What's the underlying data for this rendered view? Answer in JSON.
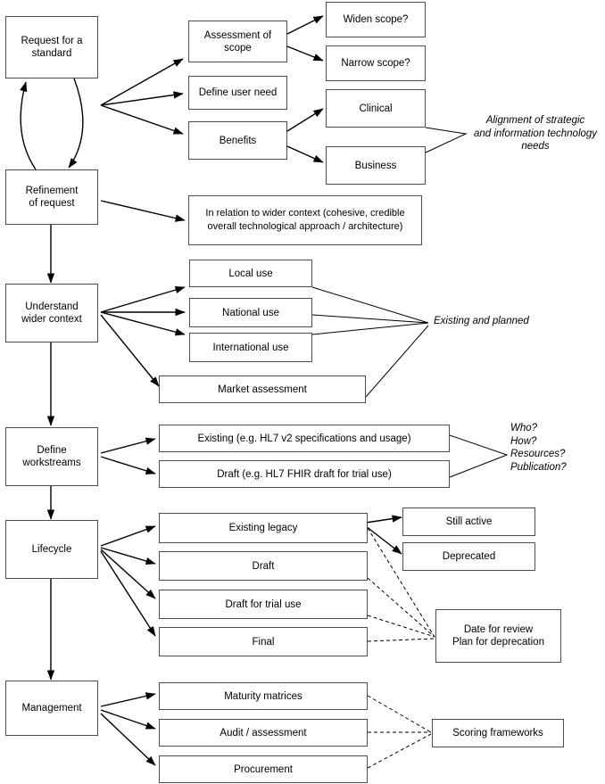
{
  "diagram": {
    "title": "Standards request lifecycle flowchart",
    "stroke_color": "#4d4d4d",
    "text_color": "#000000",
    "background": "#ffffff"
  },
  "stages": [
    {
      "id": "request",
      "label": "Request for a\nstandard",
      "line1": "Request for a",
      "line2": "standard"
    },
    {
      "id": "refinement",
      "label": "Refinement\nof request",
      "line1": "Refinement",
      "line2": "of request"
    },
    {
      "id": "understand",
      "label": "Understand\nwider context",
      "line1": "Understand",
      "line2": "wider context"
    },
    {
      "id": "workstreams",
      "label": "Define\nworkstreams",
      "line1": "Define",
      "line2": "workstreams"
    },
    {
      "id": "lifecycle",
      "label": "Lifecycle",
      "line1": "Lifecycle",
      "line2": ""
    },
    {
      "id": "management",
      "label": "Management",
      "line1": "Management",
      "line2": ""
    }
  ],
  "nodes": {
    "assessment_of_scope": {
      "line1": "Assessment of",
      "line2": "scope"
    },
    "define_user_need": {
      "line1": "Define user need",
      "line2": ""
    },
    "benefits": {
      "line1": "Benefits",
      "line2": ""
    },
    "widen_scope": {
      "line1": "Widen scope?",
      "line2": ""
    },
    "narrow_scope": {
      "line1": "Narrow scope?",
      "line2": ""
    },
    "clinical": {
      "line1": "Clinical",
      "line2": ""
    },
    "business": {
      "line1": "Business",
      "line2": ""
    },
    "wider_context": {
      "line1": "In relation to wider context (cohesive, credible",
      "line2": "overall technological approach / architecture)"
    },
    "local_use": {
      "line1": "Local use",
      "line2": ""
    },
    "national_use": {
      "line1": "National use",
      "line2": ""
    },
    "international_use": {
      "line1": "International use",
      "line2": ""
    },
    "market_assessment": {
      "line1": "Market assessment",
      "line2": ""
    },
    "existing_specs": {
      "line1": "Existing (e.g. HL7 v2 specifications and usage)",
      "line2": ""
    },
    "draft_fhir": {
      "line1": "Draft (e.g. HL7 FHIR draft for trial use)",
      "line2": ""
    },
    "existing_legacy": {
      "line1": "Existing legacy",
      "line2": ""
    },
    "draft": {
      "line1": "Draft",
      "line2": ""
    },
    "draft_trial_use": {
      "line1": "Draft for trial use",
      "line2": ""
    },
    "final": {
      "line1": "Final",
      "line2": ""
    },
    "still_active": {
      "line1": "Still active",
      "line2": ""
    },
    "deprecated": {
      "line1": "Deprecated",
      "line2": ""
    },
    "date_for_review": {
      "line1": "Date for review",
      "line2": "Plan for deprecation"
    },
    "maturity_matrices": {
      "line1": "Maturity matrices",
      "line2": ""
    },
    "audit_assessment": {
      "line1": "Audit / assessment",
      "line2": ""
    },
    "procurement": {
      "line1": "Procurement",
      "line2": ""
    },
    "scoring_frameworks": {
      "line1": "Scoring frameworks",
      "line2": ""
    }
  },
  "annotations": {
    "alignment": {
      "line1": "Alignment of strategic",
      "line2": "and information technology",
      "line3": "needs"
    },
    "existing_planned": {
      "line1": "Existing and planned"
    },
    "questions": {
      "line1": "Who?",
      "line2": "How?",
      "line3": "Resources?",
      "line4": "Publication?"
    }
  }
}
